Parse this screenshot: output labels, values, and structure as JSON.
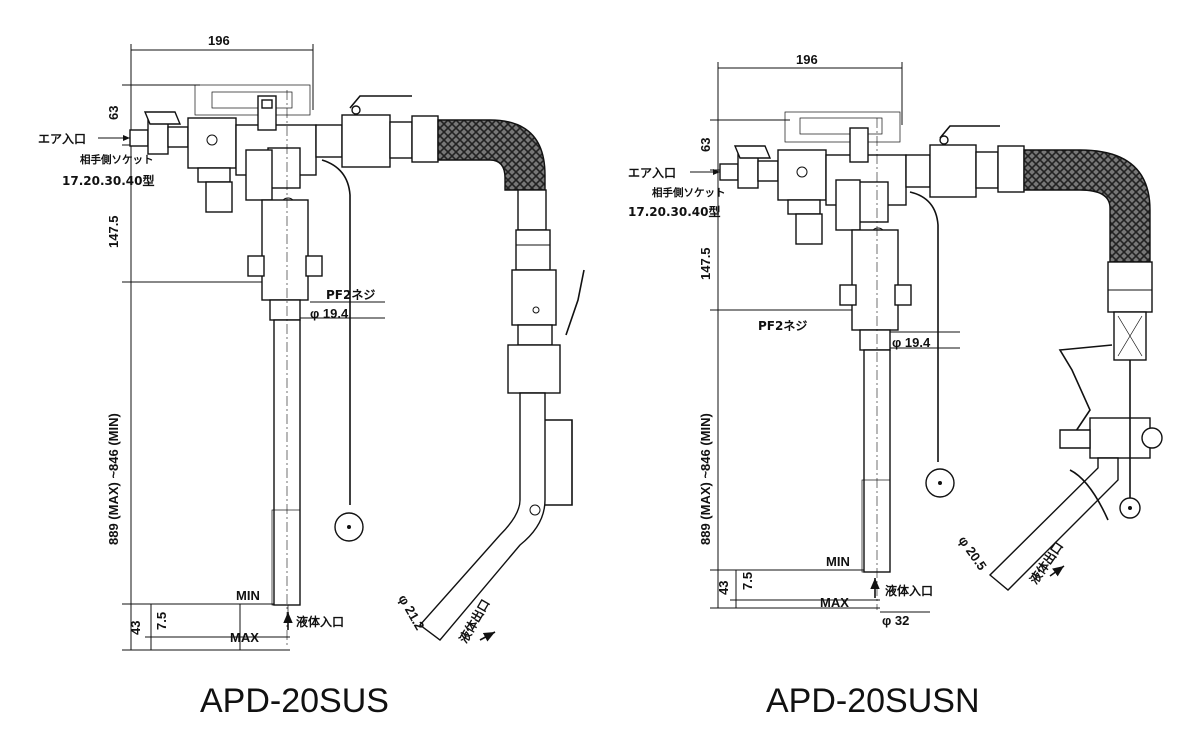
{
  "drawings": [
    {
      "model": "APD-20SUS",
      "dims": {
        "width": "196",
        "d63": "63",
        "d147": "147.5",
        "stroke": "889 (MAX) ~846 (MIN)",
        "d43": "43",
        "d7_5": "7.5",
        "min": "MIN",
        "max": "MAX",
        "thread": "PF2ネジ",
        "pipe_dia": "φ 19.4",
        "outlet_dia": "φ 21.2"
      },
      "labels": {
        "air_inlet": "エア入口",
        "socket": "相手側ソケット",
        "socket_models": "17.20.30.40型",
        "liquid_inlet": "液体入口",
        "liquid_outlet": "液体出口"
      }
    },
    {
      "model": "APD-20SUSN",
      "dims": {
        "width": "196",
        "d63": "63",
        "d147": "147.5",
        "stroke": "889 (MAX) ~846 (MIN)",
        "d43": "43",
        "d7_5": "7.5",
        "min": "MIN",
        "max": "MAX",
        "thread": "PF2ネジ",
        "pipe_dia": "φ 19.4",
        "inlet_dia": "φ 32",
        "outlet_dia": "φ 20.5"
      },
      "labels": {
        "air_inlet": "エア入口",
        "socket": "相手側ソケット",
        "socket_models": "17.20.30.40型",
        "liquid_inlet": "液体入口",
        "liquid_outlet": "液体出口"
      }
    }
  ]
}
